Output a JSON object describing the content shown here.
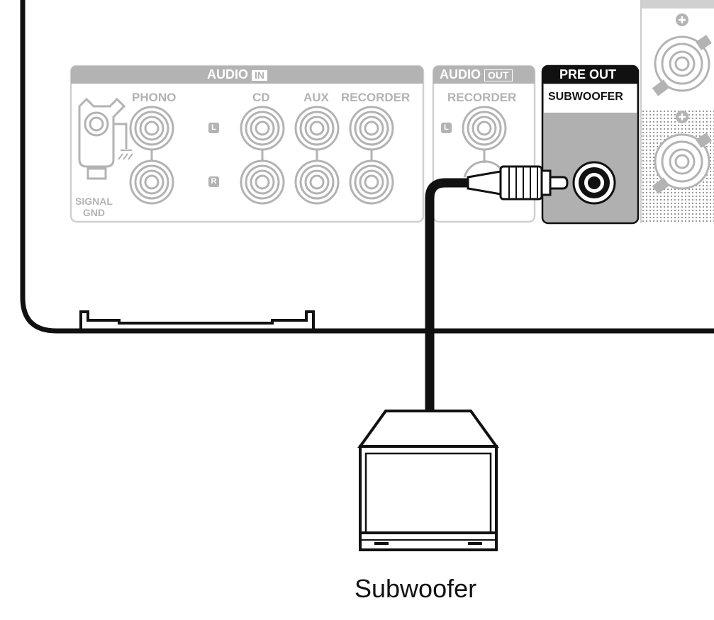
{
  "audio_in": {
    "title_prefix": "AUDIO",
    "title_badge": "IN",
    "inputs": [
      "PHONO",
      "CD",
      "AUX",
      "RECORDER"
    ],
    "signal_gnd_line1": "SIGNAL",
    "signal_gnd_line2": "GND"
  },
  "audio_out": {
    "title_prefix": "AUDIO",
    "title_badge": "OUT",
    "output": "RECORDER"
  },
  "channels": {
    "left": "L",
    "right": "R"
  },
  "pre_out": {
    "title": "PRE OUT",
    "jack_label": "SUBWOOFER"
  },
  "speaker_terminal_symbol": "+",
  "device": {
    "caption": "Subwoofer"
  },
  "colors": {
    "panel_grey": "#b3b3b3",
    "pre_out_fill": "#b0b0b0",
    "outline": "#111111",
    "background": "#ffffff"
  }
}
